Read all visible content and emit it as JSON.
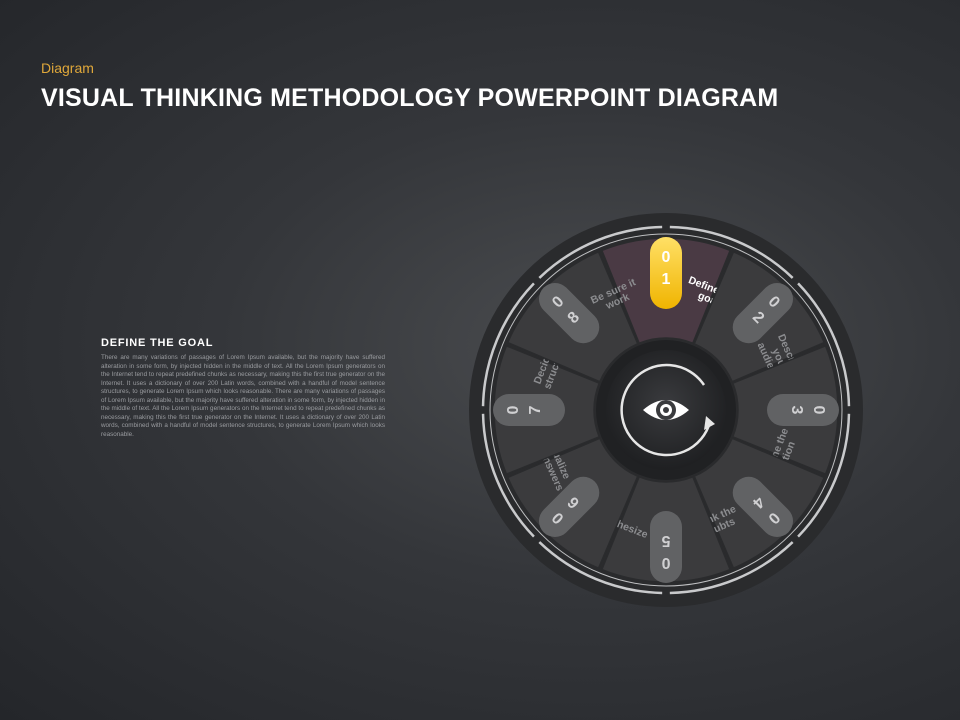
{
  "header": {
    "category": "Diagram",
    "title": "VISUAL THINKING METHODOLOGY POWERPOINT DIAGRAM"
  },
  "description": {
    "heading": "DEFINE  THE GOAL",
    "body": "There are many variations of passages of Lorem Ipsum available, but the majority have suffered alteration in some form, by injected hidden in the middle of text. All the Lorem Ipsum generators on the Internet tend to repeat predefined chunks as necessary, making this the first true generator on the Internet. It uses a dictionary of over 200 Latin words, combined with a handful of model sentence structures, to generate Lorem Ipsum which looks reasonable. There are many variations of passages of Lorem Ipsum available, but the majority have suffered alteration in some form, by injected hidden in the middle of text. All the Lorem Ipsum generators on the Internet tend to repeat predefined chunks as necessary, making this the first true generator on the Internet. It uses a dictionary of over 200 Latin words, combined with a handful of model sentence structures, to generate Lorem Ipsum which looks reasonable."
  },
  "wheel": {
    "center_icon": "eye-icon",
    "colors": {
      "accent": "#f2c21b",
      "tab": "#616264",
      "segment": "#3b3b3d",
      "segment_active": "#4a3a44",
      "outer_ring": "#2a2b2d",
      "label": "#8c8d90"
    },
    "steps": [
      {
        "number": "01",
        "lines": [
          "Define the",
          "goal"
        ],
        "active": true
      },
      {
        "number": "02",
        "lines": [
          "Describe",
          "your",
          "audience"
        ],
        "active": false
      },
      {
        "number": "03",
        "lines": [
          "Define the",
          "action"
        ],
        "active": false
      },
      {
        "number": "04",
        "lines": [
          "Think the",
          "doubts"
        ],
        "active": false
      },
      {
        "number": "05",
        "lines": [
          "Synthesize"
        ],
        "active": false
      },
      {
        "number": "06",
        "lines": [
          "Visualize",
          "the answers"
        ],
        "active": false
      },
      {
        "number": "07",
        "lines": [
          "Decide a",
          "structure"
        ],
        "active": false
      },
      {
        "number": "08",
        "lines": [
          "Be sure it",
          "work"
        ],
        "active": false
      }
    ]
  }
}
